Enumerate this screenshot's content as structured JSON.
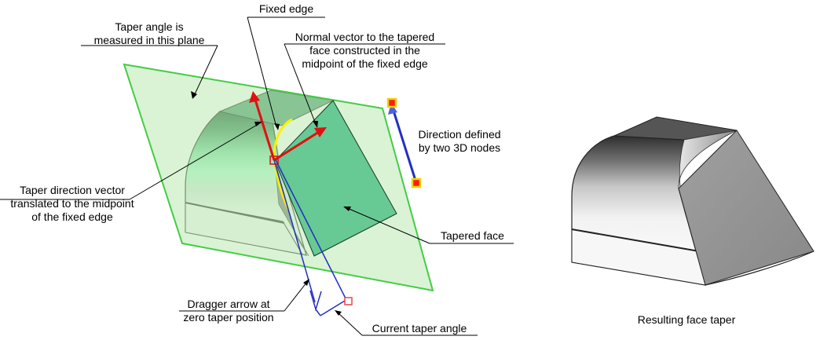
{
  "labels": {
    "taper_plane": [
      "Taper angle is",
      "measured in this plane"
    ],
    "fixed_edge": "Fixed edge",
    "normal_vector": [
      "Normal vector to the tapered",
      "face constructed in the",
      "midpoint of the fixed edge"
    ],
    "direction_nodes": [
      "Direction defined",
      "by two 3D nodes"
    ],
    "taper_direction": [
      "Taper direction vector",
      "translated to the midpoint",
      "of the fixed edge"
    ],
    "tapered_face": "Tapered face",
    "dragger_arrow": [
      "Dragger arrow at",
      "zero  taper position"
    ],
    "current_angle": "Current taper angle",
    "result_caption": "Resulting face taper"
  },
  "colors": {
    "plane_fill": "#b9e9b0",
    "plane_stroke": "#44cc44",
    "tapered_face": "#5dc58e",
    "top_face": "#4e9a72",
    "fixed_edge": "#ffee00",
    "normal_vector": "#e01010",
    "taper_vector": "#2230c0",
    "node_fill": "#ff1a1a",
    "node_outline": "#f2d200",
    "result_dark": "#555555",
    "result_face": "#9a9a9a"
  }
}
